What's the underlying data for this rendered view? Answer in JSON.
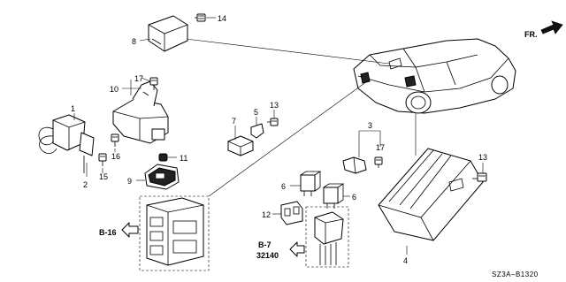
{
  "diagram": {
    "direction_label": "FR.",
    "diagram_code": "SZ3A–B1320",
    "callouts": {
      "p1": "1",
      "p2": "2",
      "p3": "3",
      "p4": "4",
      "p5": "5",
      "p6a": "6",
      "p6b": "6",
      "p7": "7",
      "p8": "8",
      "p9": "9",
      "p10": "10",
      "p11": "11",
      "p12": "12",
      "p13a": "13",
      "p13b": "13",
      "p14": "14",
      "p15": "15",
      "p16": "16",
      "p17a": "17",
      "p17b": "17"
    },
    "references": {
      "b16": "B-16",
      "b7": "B-7",
      "b7_sub": "32140"
    }
  }
}
